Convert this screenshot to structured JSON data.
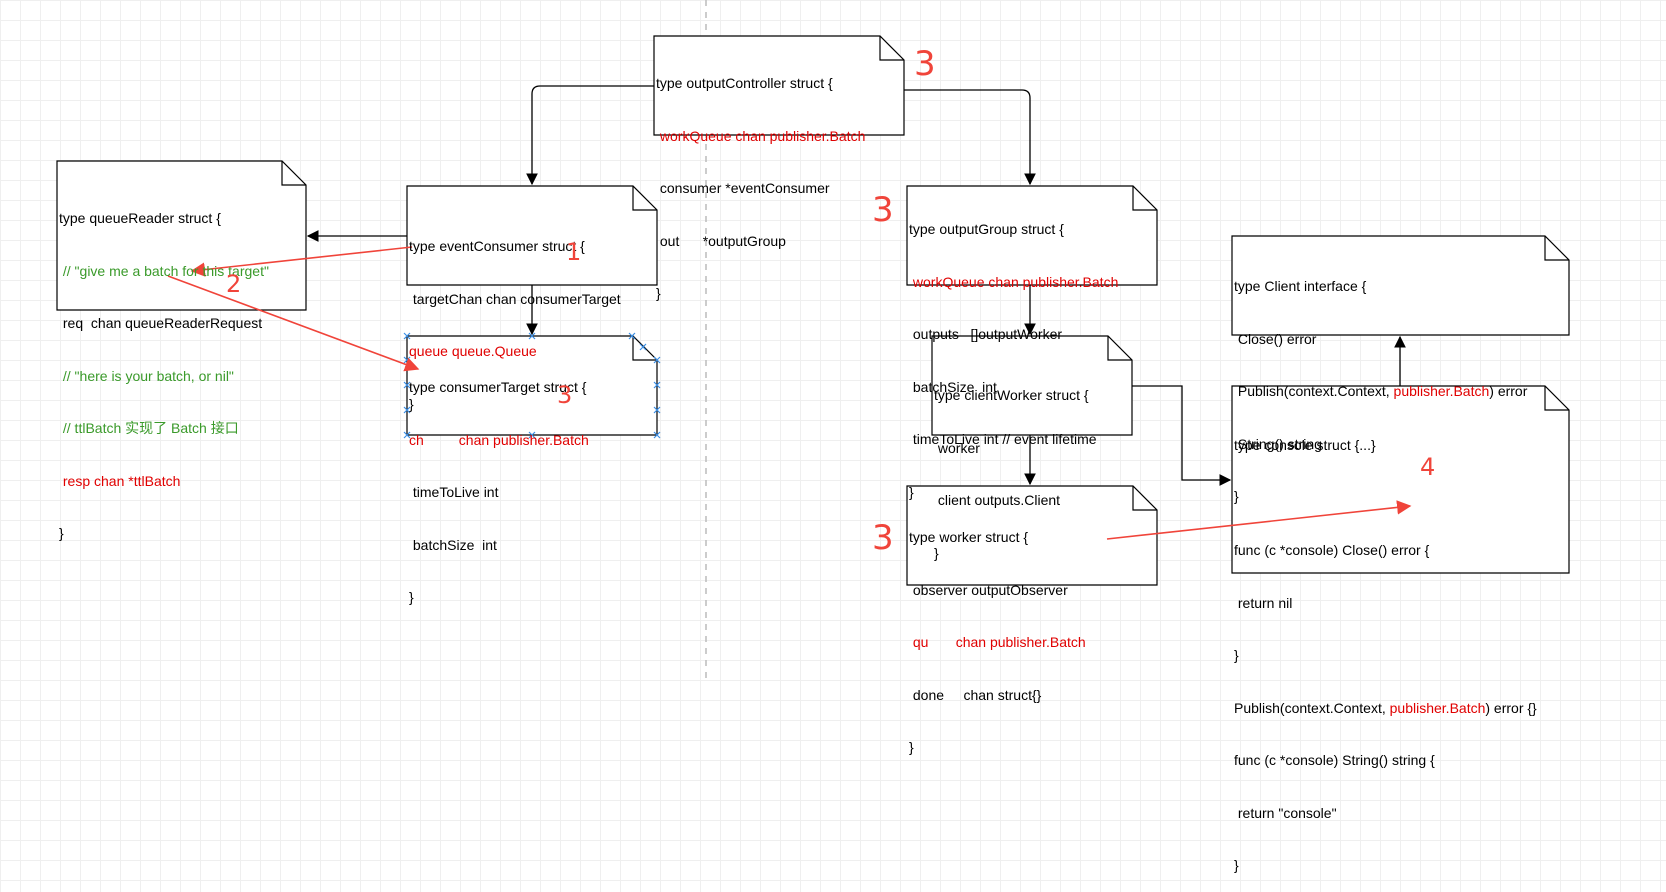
{
  "notes": {
    "output_controller": {
      "line1": "type outputController struct {",
      "line2": " workQueue chan publisher.Batch",
      "line3": " consumer *eventConsumer",
      "line4": " out      *outputGroup",
      "line5": "}"
    },
    "queue_reader": {
      "line1": "type queueReader struct {",
      "line2": " // \"give me a batch for this target\"",
      "line3": " req  chan queueReaderRequest",
      "line4": " // \"here is your batch, or nil\"",
      "line5": " // ttlBatch 实现了 Batch 接口",
      "line6": " resp chan *ttlBatch",
      "line7": "}"
    },
    "event_consumer": {
      "line1": "type eventConsumer struct {",
      "line2": " targetChan chan consumerTarget",
      "line3": "queue queue.Queue",
      "line4": "}"
    },
    "consumer_target": {
      "line1": "type consumerTarget struct {",
      "line2": "ch         chan publisher.Batch",
      "line3": " timeToLive int",
      "line4": " batchSize  int",
      "line5": "}"
    },
    "output_group": {
      "line1": "type outputGroup struct {",
      "line2": " workQueue chan publisher.Batch",
      "line3": " outputs   []outputWorker",
      "line4": " batchSize  int",
      "line5": " timeToLive int // event lifetime",
      "line6": "}"
    },
    "client_worker": {
      "line1": "type clientWorker struct {",
      "line2": " worker",
      "line3": " client outputs.Client",
      "line4": "}"
    },
    "worker": {
      "line1": "type worker struct {",
      "line2": " observer outputObserver",
      "line3": " qu       chan publisher.Batch",
      "line4": " done     chan struct{}",
      "line5": "}"
    },
    "client_interface": {
      "line1": "type Client interface {",
      "line2": " Close() error",
      "line3_pre": " Publish(context.Context, ",
      "line3_red": "publisher.Batch",
      "line3_post": ") error",
      "line4": " String() string",
      "line5": "}"
    },
    "console": {
      "line1": "type console struct {...}",
      "line2": "",
      "line3": "func (c *console) Close() error {",
      "line4": " return nil",
      "line5": "}",
      "line6_pre": "Publish(context.Context, ",
      "line6_red": "publisher.Batch",
      "line6_post": ") error {}",
      "line7": "func (c *console) String() string {",
      "line8": " return \"console\"",
      "line9": "}"
    }
  },
  "annotations": {
    "a1": "1",
    "a2": "2",
    "a3_top": "3",
    "a3_target": "3",
    "a3_group": "3",
    "a3_worker": "3",
    "a4": "4"
  },
  "colors": {
    "highlight_red": "#e00000",
    "comment_green": "#3a9a2a",
    "annotation_red": "#f0443a",
    "divider": "#bbbbbb"
  }
}
